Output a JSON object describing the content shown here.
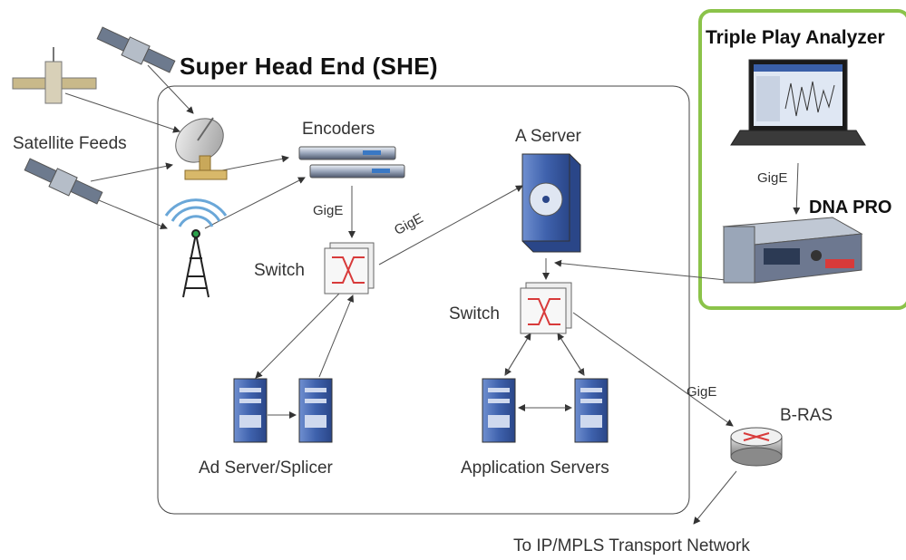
{
  "diagram": {
    "title": "Super Head End (SHE)",
    "nodes": {
      "satellite_feeds": "Satellite Feeds",
      "encoders": "Encoders",
      "a_server": "A Server",
      "switch_left": "Switch",
      "switch_right": "Switch",
      "ad_server": "Ad Server/Splicer",
      "app_servers": "Application Servers",
      "brass": "B-RAS",
      "transport": "To IP/MPLS Transport Network",
      "analyzer": "Triple Play Analyzer",
      "dna_pro": "DNA PRO"
    },
    "links": {
      "gige_encoders": "GigE",
      "gige_switch_server": "GigE",
      "gige_brass": "GigE",
      "gige_analyzer": "GigE"
    }
  },
  "colors": {
    "analyzer_border": "#8bc34a",
    "server_blue": "#4a6fb5",
    "switch_red": "#d83a3a"
  }
}
